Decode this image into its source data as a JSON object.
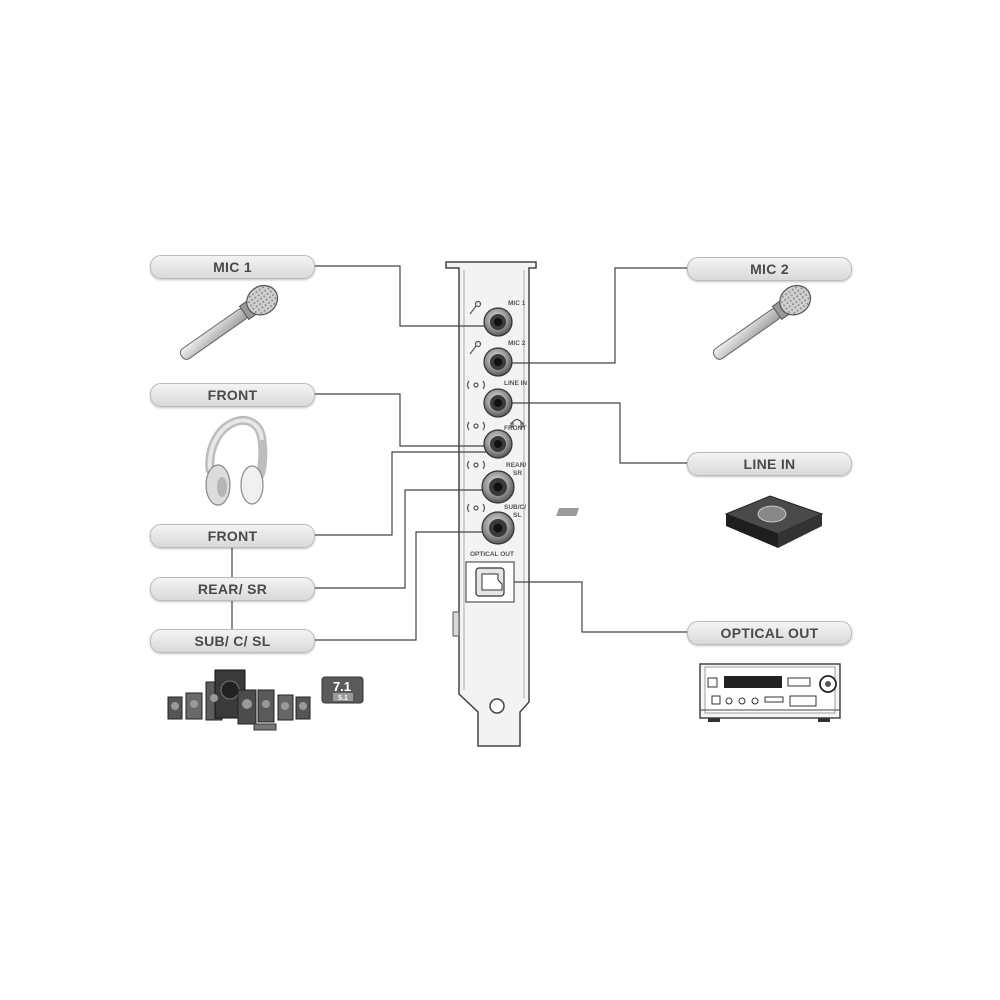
{
  "labels": {
    "mic1": "MIC 1",
    "front_headphone": "FRONT",
    "front_speaker": "FRONT",
    "rear_sr": "REAR/ SR",
    "sub_c_sl": "SUB/ C/ SL",
    "mic2": "MIC 2",
    "line_in": "LINE IN",
    "optical_out": "OPTICAL OUT"
  },
  "bracket_labels": {
    "mic1": "MIC 1",
    "mic2": "MIC 2",
    "line_in": "LINE IN",
    "front": "FRONT",
    "rear_line1": "REAR/",
    "rear_line2": "SR",
    "sub_line1": "SUB/C/",
    "sub_line2": "SL",
    "optical_out": "OPTICAL OUT"
  },
  "badge": {
    "main": "7.1",
    "sub": "5.1"
  },
  "icons": [
    "microphone-icon",
    "headphones-icon",
    "speaker-system-icon",
    "media-player-icon",
    "av-receiver-icon"
  ]
}
